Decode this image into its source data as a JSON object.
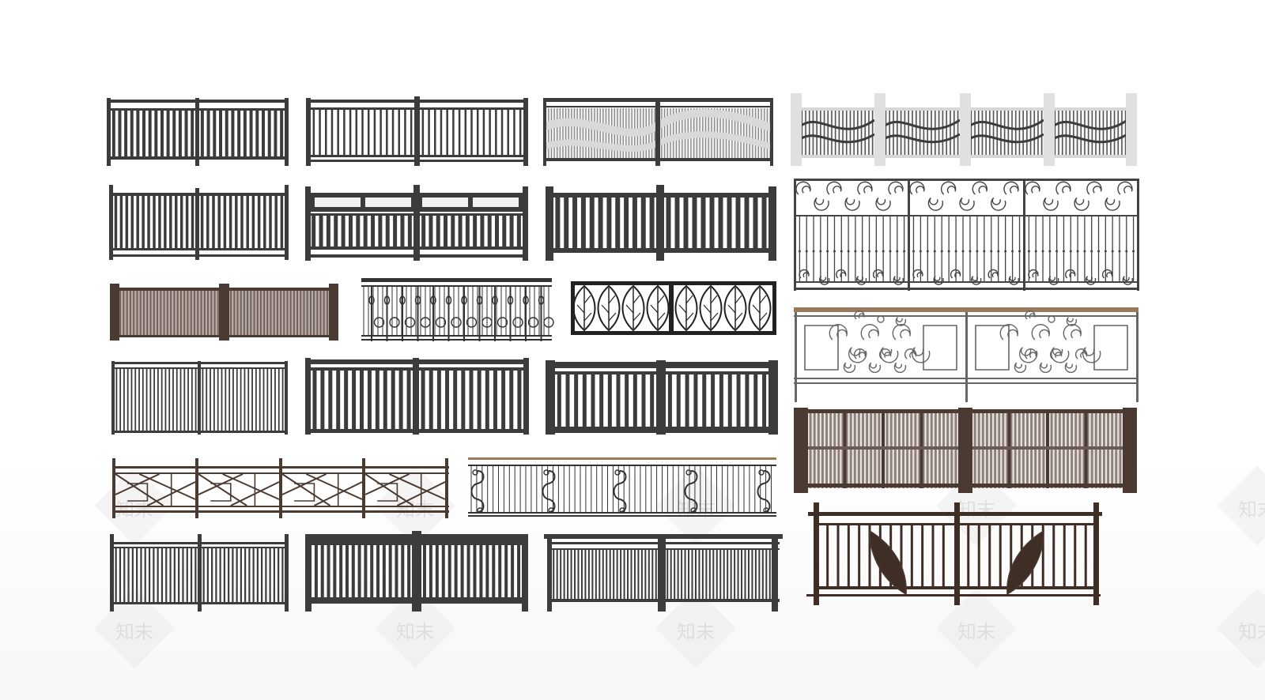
{
  "watermark": {
    "text": "知末"
  },
  "colors": {
    "dark": "#3c3c3c",
    "brown": "#4a3a32",
    "stone": "#e0e0e0",
    "wood": "#9b7a5c",
    "light_infill": "#eeeeee"
  },
  "railings": [
    {
      "id": "r1-vertical-bars-thin"
    },
    {
      "id": "r1-vertical-bars-double-rail"
    },
    {
      "id": "r1-wave-glass-panel"
    },
    {
      "id": "r1-stone-posts-wave"
    },
    {
      "id": "r2-vertical-bars-tall-posts"
    },
    {
      "id": "r2-panel-top-windows"
    },
    {
      "id": "r2-heavy-bars"
    },
    {
      "id": "r2-wrought-iron-scroll"
    },
    {
      "id": "r3-brown-slats"
    },
    {
      "id": "r3-ornamental-balusters"
    },
    {
      "id": "r3-leaf-pattern"
    },
    {
      "id": "r3-baroque-iron-panel"
    },
    {
      "id": "r4-vertical-bars-light"
    },
    {
      "id": "r4-vertical-bars-dark"
    },
    {
      "id": "r4-heavy-frame-bars"
    },
    {
      "id": "r4-brown-paneled-slats"
    },
    {
      "id": "r5-geometric-diagonal"
    },
    {
      "id": "r5-s-scroll-baluster"
    },
    {
      "id": "r5-leaf-motif-brown"
    },
    {
      "id": "r6-dense-bars"
    },
    {
      "id": "r6-thick-frame-bars"
    },
    {
      "id": "r6-overhang-rail-bars"
    }
  ]
}
